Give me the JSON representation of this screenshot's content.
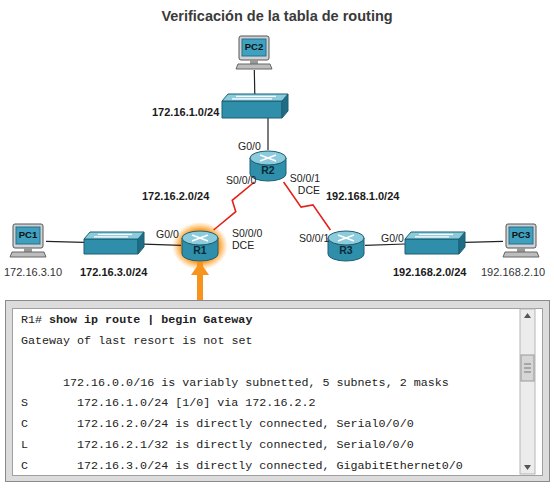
{
  "diagram": {
    "title": "Verificación de la tabla de routing",
    "nodes": [
      {
        "text": [
          "PC2"
        ]
      },
      {
        "text": [
          "172.16.1.0/24"
        ]
      },
      {
        "text": [
          "R2"
        ]
      },
      {
        "text": [
          "PC1",
          "172.16.3.10"
        ]
      },
      {
        "text": [
          "172.16.3.0/24"
        ]
      },
      {
        "text": [
          "R1"
        ]
      },
      {
        "text": [
          "R3"
        ]
      },
      {
        "text": [
          "192.168.2.0/24"
        ]
      },
      {
        "text": [
          "PC3",
          "192.168.2.10"
        ]
      },
      {
        "text": [
          "R1#",
          "show ip route | begin Gateway",
          "Gateway of last resort is not set",
          "172.16.0.0/16 is variably subnetted, 5 subnets, 2 masks",
          "S",
          "172.16.1.0/24 [1/0] via 172.16.2.2",
          "C",
          "172.16.2.0/24 is directly connected, Serial0/0/0",
          "L",
          "172.16.2.1/32 is directly connected, Serial0/0/0",
          "C",
          "172.16.3.0/24 is directly connected, GigabitEthernet0/0"
        ]
      }
    ],
    "edges": [
      {
        "from": 0,
        "to": 1,
        "arrow": "none"
      },
      {
        "from": 1,
        "to": 2,
        "arrow": "none"
      },
      {
        "from": 2,
        "to": 5,
        "label": "172.16.2.0/24",
        "arrow": "none"
      },
      {
        "from": 2,
        "to": 6,
        "label": "192.168.1.0/24",
        "arrow": "none"
      },
      {
        "from": 3,
        "to": 4,
        "arrow": "none"
      },
      {
        "from": 4,
        "to": 5,
        "arrow": "none"
      },
      {
        "from": 6,
        "to": 7,
        "arrow": "none"
      },
      {
        "from": 7,
        "to": 8,
        "arrow": "none"
      },
      {
        "from": 9,
        "to": 5,
        "arrow": "to"
      }
    ],
    "labels": [
      "G0/0",
      "S0/0/0",
      "S0/0/1 DCE",
      "G0/0",
      "S0/0/0 DCE",
      "S0/0/1",
      "G0/0"
    ]
  }
}
